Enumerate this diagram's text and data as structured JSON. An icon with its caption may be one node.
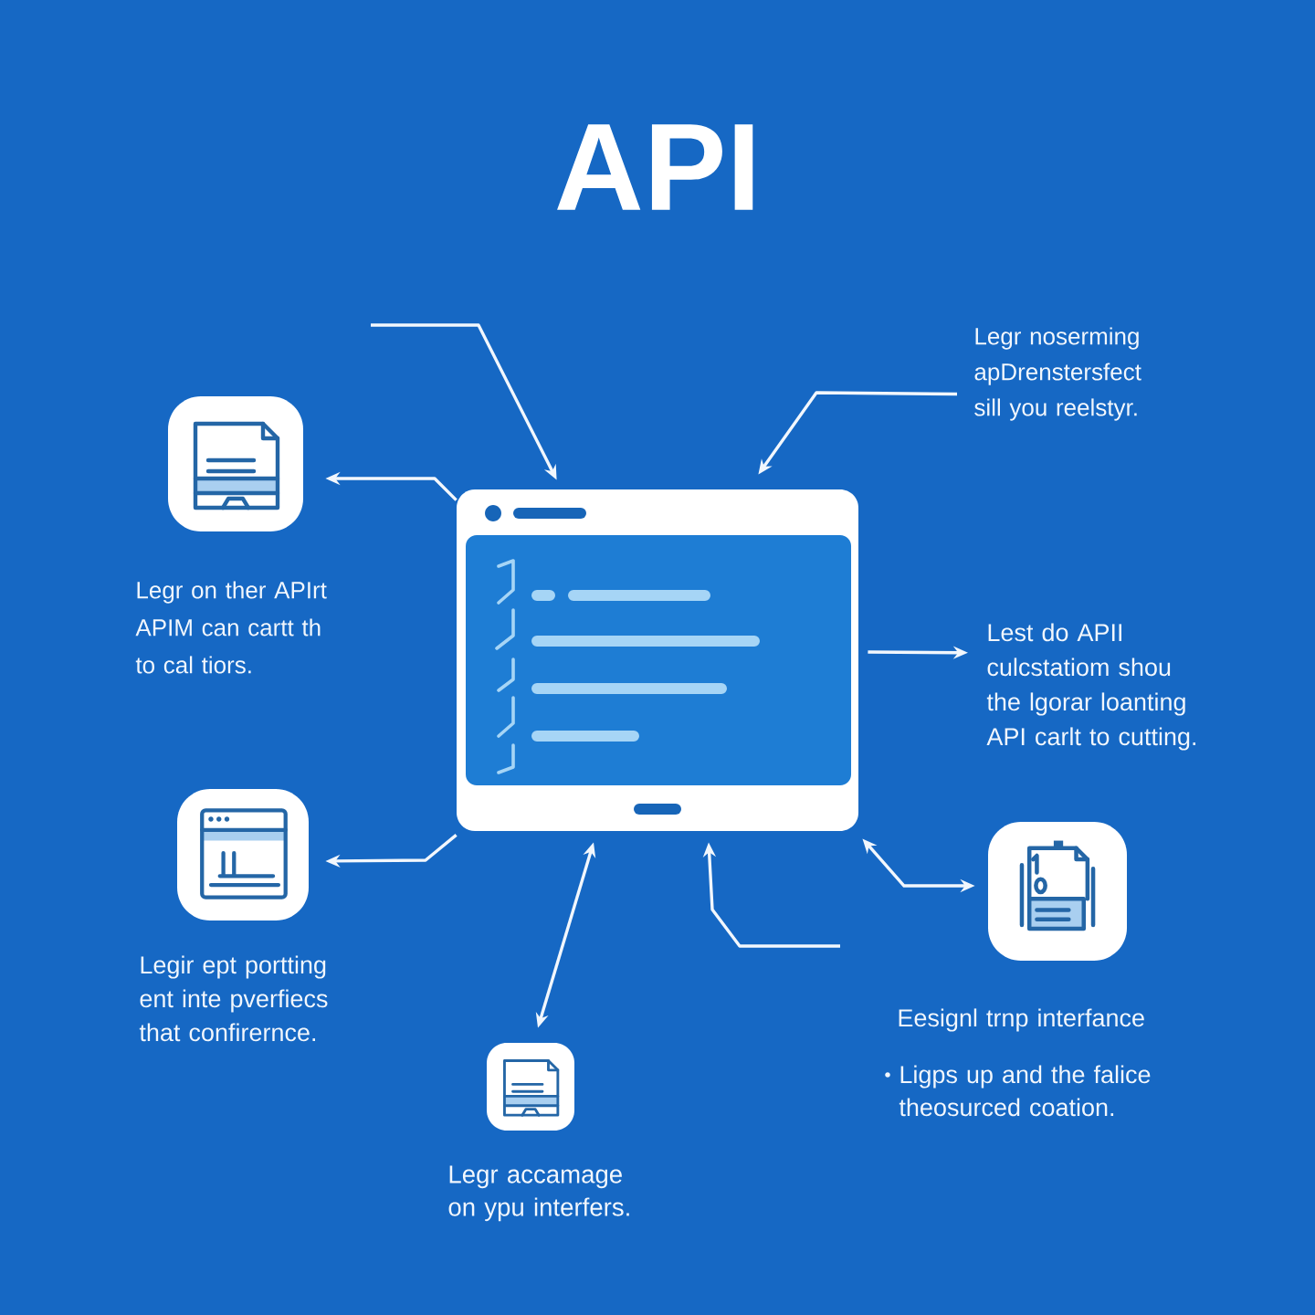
{
  "diagram": {
    "title": "API",
    "nodes": [
      {
        "text": [
          "Legr noserming apDrenstersfect sill you reelstyr."
        ]
      },
      {
        "text": [],
        "shape": "picture",
        "beside": [
          "Legr on ther APIrt APIM can cartt th to cal tiors."
        ]
      },
      {
        "text": [],
        "shape": "picture"
      },
      {
        "text": [
          "Lest do APII culcstatiom shou the lgorar loanting API carlt to cutting."
        ]
      },
      {
        "text": [],
        "shape": "picture",
        "beside": [
          "Legir ept portting ent inte pverfiecs that confirernce."
        ]
      },
      {
        "text": [],
        "shape": "picture",
        "beside": [
          "Eesignl trnp interfance",
          "Ligps up and the falice theosurced coation."
        ]
      },
      {
        "text": [],
        "shape": "picture",
        "beside": [
          "Legr accamage on ypu interfers."
        ]
      }
    ],
    "edges": [
      {
        "from": null,
        "to": 2,
        "arrow": "to"
      },
      {
        "from": 2,
        "to": 1,
        "arrow": "to"
      },
      {
        "from": 0,
        "to": 2,
        "arrow": "to"
      },
      {
        "from": 2,
        "to": 3,
        "arrow": "to"
      },
      {
        "from": 2,
        "to": 4,
        "arrow": "to"
      },
      {
        "from": 2,
        "to": 6,
        "arrow": "both"
      },
      {
        "from": null,
        "to": 2,
        "arrow": "to"
      },
      {
        "from": 2,
        "to": 5,
        "arrow": "both"
      }
    ]
  }
}
